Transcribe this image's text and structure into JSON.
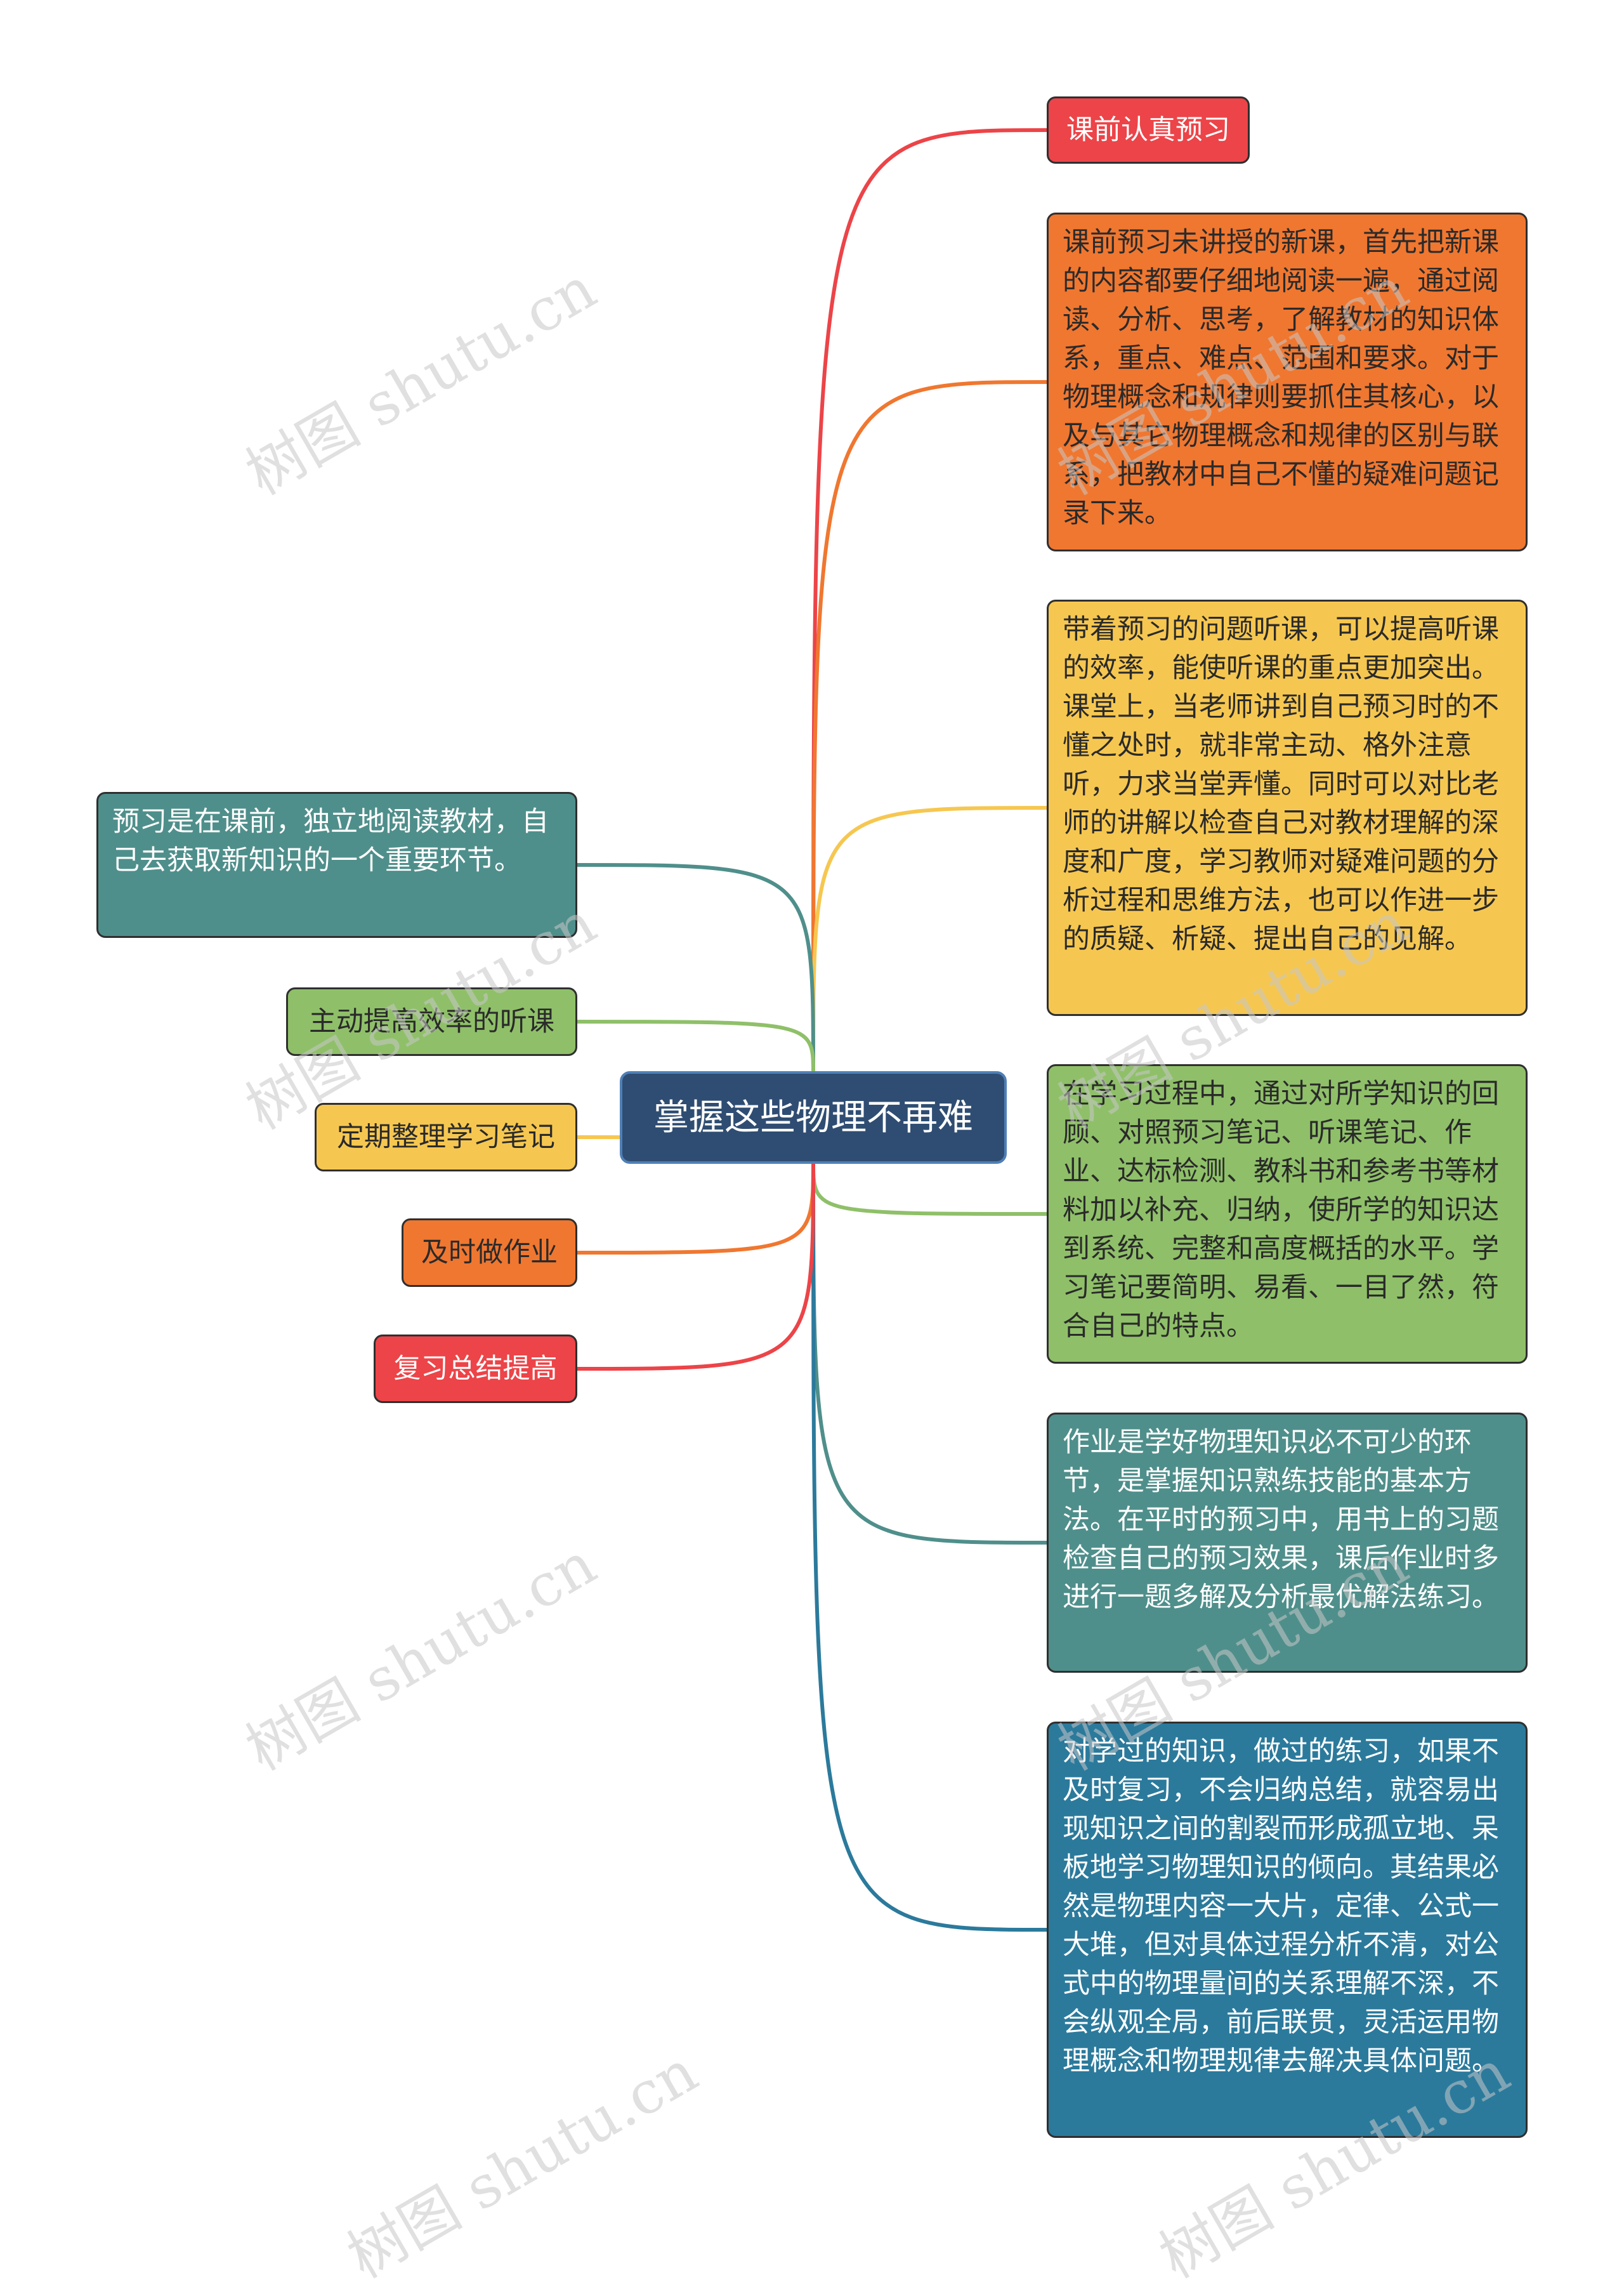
{
  "center": {
    "text": "掌握这些物理不再难"
  },
  "left_nodes": [
    {
      "text": "预习是在课前，独立地阅读教材，自己去获取新知识的一个重要环节。",
      "fill": "#4f8f8b",
      "text_color": "#ffffff",
      "line": "#4f8f8b"
    },
    {
      "text": "主动提高效率的听课",
      "fill": "#8fc069",
      "text_color": "#2a2a2a",
      "line": "#8fc069"
    },
    {
      "text": "定期整理学习笔记",
      "fill": "#f6c750",
      "text_color": "#2a2a2a",
      "line": "#f6c750"
    },
    {
      "text": "及时做作业",
      "fill": "#f07730",
      "text_color": "#2a2a2a",
      "line": "#f07730"
    },
    {
      "text": "复习总结提高",
      "fill": "#ec4448",
      "text_color": "#ffffff",
      "line": "#ec4448"
    }
  ],
  "right_nodes": [
    {
      "text": "课前认真预习",
      "fill": "#ec4448",
      "text_color": "#ffffff",
      "line": "#ec4448"
    },
    {
      "text": "课前预习未讲授的新课，首先把新课的内容都要仔细地阅读一遍，通过阅读、分析、思考，了解教材的知识体系，重点、难点、范围和要求。对于物理概念和规律则要抓住其核心，以及与其它物理概念和规律的区别与联系，把教材中自己不懂的疑难问题记录下来。",
      "fill": "#f07730",
      "text_color": "#2a2a2a",
      "line": "#f07730"
    },
    {
      "text": "带着预习的问题听课，可以提高听课的效率，能使听课的重点更加突出。课堂上，当老师讲到自己预习时的不懂之处时，就非常主动、格外注意听，力求当堂弄懂。同时可以对比老师的讲解以检查自己对教材理解的深度和广度，学习教师对疑难问题的分析过程和思维方法，也可以作进一步的质疑、析疑、提出自己的见解。",
      "fill": "#f6c750",
      "text_color": "#2a2a2a",
      "line": "#f6c750"
    },
    {
      "text": "在学习过程中，通过对所学知识的回顾、对照预习笔记、听课笔记、作业、达标检测、教科书和参考书等材料加以补充、归纳，使所学的知识达到系统、完整和高度概括的水平。学习笔记要简明、易看、一目了然，符合自己的特点。",
      "fill": "#8fc069",
      "text_color": "#2a2a2a",
      "line": "#8fc069"
    },
    {
      "text": "作业是学好物理知识必不可少的环节，是掌握知识熟练技能的基本方法。在平时的预习中，用书上的习题检查自己的预习效果，课后作业时多进行一题多解及分析最优解法练习。",
      "fill": "#4f8f8b",
      "text_color": "#ffffff",
      "line": "#4f8f8b"
    },
    {
      "text": "对学过的知识，做过的练习，如果不及时复习，不会归纳总结，就容易出现知识之间的割裂而形成孤立地、呆板地学习物理知识的倾向。其结果必然是物理内容一大片，定律、公式一大堆，但对具体过程分析不清，对公式中的物理量间的关系理解不深，不会纵观全局，前后联贯，灵活运用物理概念和物理规律去解决具体问题。",
      "fill": "#2b7a9c",
      "text_color": "#ffffff",
      "line": "#2b7a9c"
    }
  ],
  "watermark": "树图 shutu.cn"
}
